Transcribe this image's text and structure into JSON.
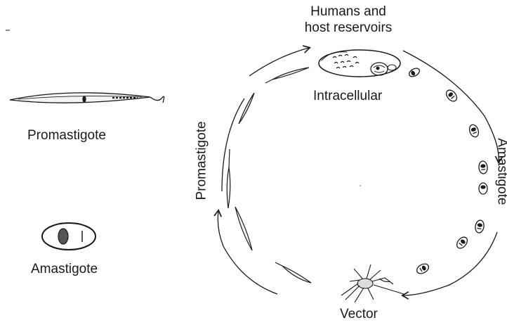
{
  "labels": {
    "hosts_line1": "Humans and",
    "hosts_line2": "host reservoirs",
    "intracellular": "Intracellular",
    "vector": "Vector",
    "promastigote_side": "Promastigote",
    "amastigote_side": "Amastigote",
    "promastigote_legend": "Promastigote",
    "amastigote_legend": "Amastigote"
  },
  "colors": {
    "ink": "#1a1a1a",
    "paper": "#ffffff"
  }
}
